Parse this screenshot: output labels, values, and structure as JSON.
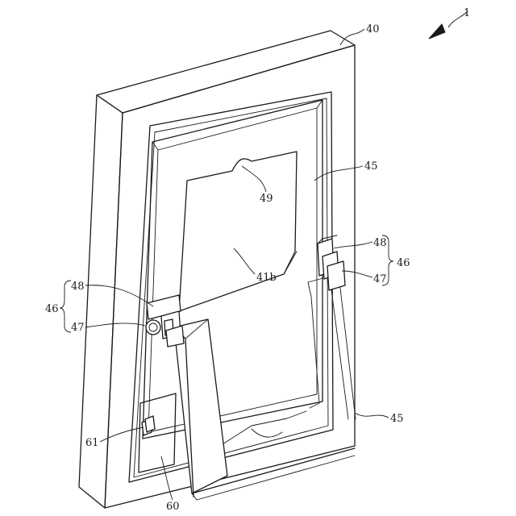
{
  "labels": {
    "l1": "1",
    "l40": "40",
    "l45_top": "45",
    "l45_bottom": "45",
    "l48_right": "48",
    "l47_right": "47",
    "l46_right": "46",
    "l48_left": "48",
    "l47_left": "47",
    "l46_left": "46",
    "l49": "49",
    "l41b": "41b",
    "l61": "61",
    "l60": "60"
  }
}
